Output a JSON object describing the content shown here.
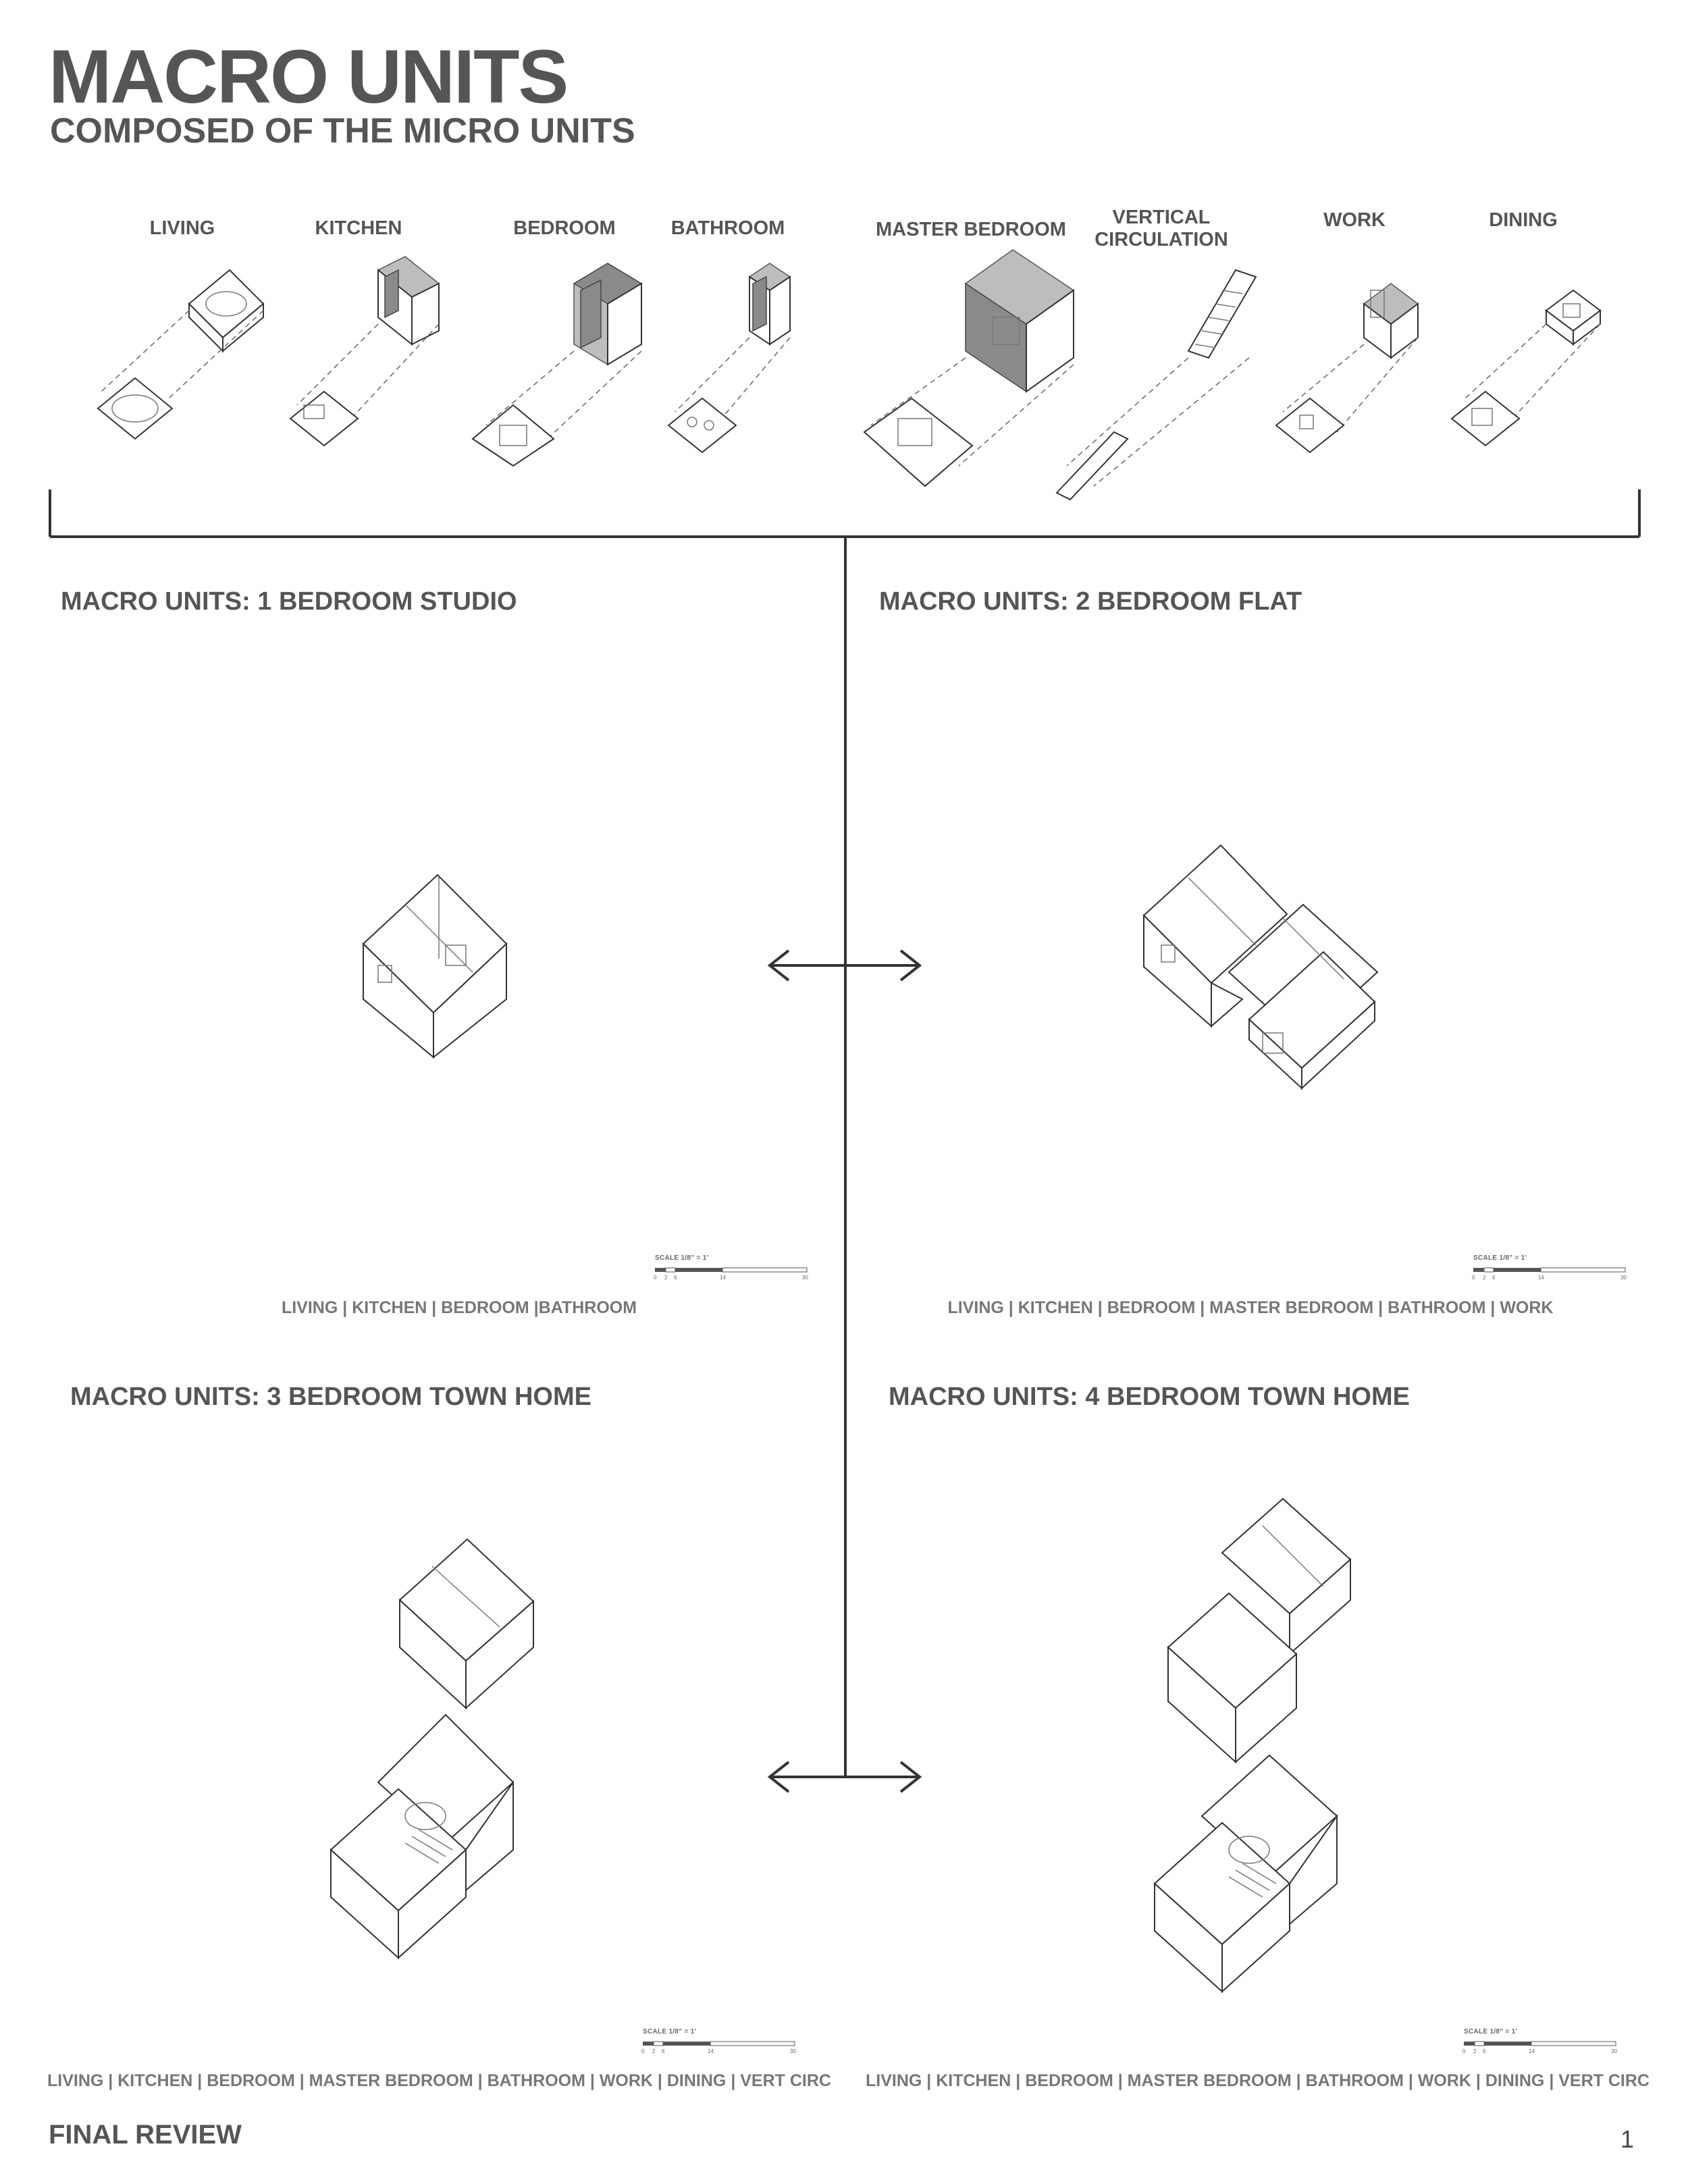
{
  "header": {
    "title": "MACRO UNITS",
    "subtitle": "COMPOSED OF THE MICRO UNITS"
  },
  "micro_units": [
    {
      "label": "LIVING"
    },
    {
      "label": "KITCHEN"
    },
    {
      "label": "BEDROOM"
    },
    {
      "label": "BATHROOM"
    },
    {
      "label": "MASTER BEDROOM"
    },
    {
      "label": "VERTICAL CIRCULATION"
    },
    {
      "label": "WORK"
    },
    {
      "label": "DINING"
    }
  ],
  "macro_units": [
    {
      "title": "MACRO UNITS: 1 BEDROOM STUDIO",
      "components": "LIVING | KITCHEN | BEDROOM |BATHROOM"
    },
    {
      "title": "MACRO UNITS: 2 BEDROOM FLAT",
      "components": "LIVING | KITCHEN | BEDROOM | MASTER BEDROOM | BATHROOM | WORK"
    },
    {
      "title": "MACRO UNITS: 3 BEDROOM TOWN HOME",
      "components": "LIVING | KITCHEN | BEDROOM | MASTER BEDROOM | BATHROOM | WORK | DINING | VERT CIRC"
    },
    {
      "title": "MACRO UNITS: 4 BEDROOM TOWN HOME",
      "components": "LIVING | KITCHEN | BEDROOM | MASTER BEDROOM | BATHROOM | WORK | DINING | VERT CIRC"
    }
  ],
  "scale": {
    "label": "SCALE 1/8\" = 1'",
    "ticks": [
      "0",
      "2",
      "6",
      "14",
      "30"
    ]
  },
  "footer": {
    "text": "FINAL REVIEW",
    "page_number": "1"
  },
  "colors": {
    "text": "#555555",
    "line": "#333333"
  }
}
